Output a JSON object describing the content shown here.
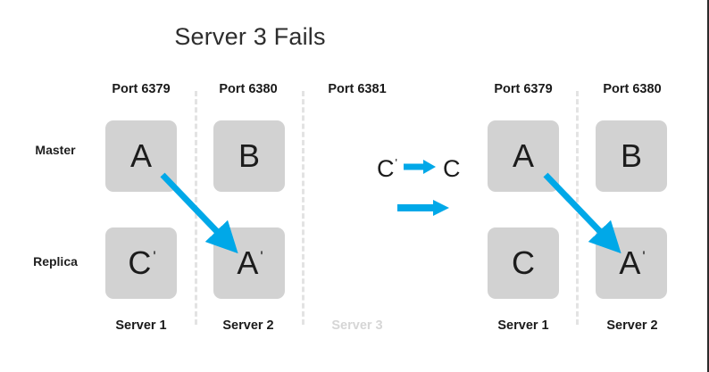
{
  "slide": {
    "title": "Server 3 Fails",
    "accent_color": "#00a8e8",
    "node_fill": "#d2d2d2",
    "divider_color": "#e3e3e3",
    "faded_text_color": "#d6d6d6"
  },
  "row_labels": {
    "master": "Master",
    "replica": "Replica"
  },
  "left_panel": {
    "columns": [
      {
        "port": "Port 6379",
        "server": "Server 1",
        "failed": false,
        "master": {
          "letter": "A",
          "prime": ""
        },
        "replica": {
          "letter": "C",
          "prime": "'"
        }
      },
      {
        "port": "Port 6380",
        "server": "Server 2",
        "failed": false,
        "master": {
          "letter": "B",
          "prime": ""
        },
        "replica": {
          "letter": "A",
          "prime": "'"
        }
      },
      {
        "port": "Port 6381",
        "server": "Server 3",
        "failed": true,
        "master": null,
        "replica": null
      }
    ]
  },
  "right_panel": {
    "columns": [
      {
        "port": "Port 6379",
        "server": "Server 1",
        "failed": false,
        "master": {
          "letter": "A",
          "prime": ""
        },
        "replica": {
          "letter": "C",
          "prime": ""
        }
      },
      {
        "port": "Port 6380",
        "server": "Server 2",
        "failed": false,
        "master": {
          "letter": "B",
          "prime": ""
        },
        "replica": {
          "letter": "A",
          "prime": "'"
        }
      }
    ]
  },
  "legend": {
    "promotion": {
      "from_letter": "C",
      "from_prime": "'",
      "arrow": "right-arrow-icon",
      "to_letter": "C"
    },
    "replication": {
      "arrow": "right-arrow-icon"
    }
  }
}
